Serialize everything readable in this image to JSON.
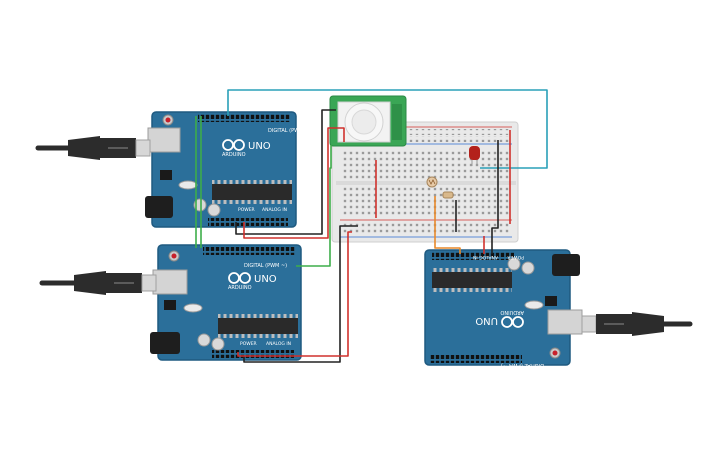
{
  "boards": {
    "uno_a": {
      "brand": "ARDUINO",
      "model": "UNO",
      "digital_label": "DIGITAL (PWM ~)",
      "power_label": "POWER",
      "analog_label": "ANALOG IN"
    },
    "uno_b": {
      "brand": "ARDUINO",
      "model": "UNO",
      "digital_label": "DIGITAL (PWM ~)",
      "power_label": "POWER",
      "analog_label": "ANALOG IN"
    },
    "uno_c": {
      "brand": "ARDUINO",
      "model": "UNO",
      "digital_label": "DIGITAL (PWM ~)",
      "power_label": "POWER",
      "analog_label": "ANALOG IN"
    }
  },
  "colors": {
    "board": "#2b6f9a",
    "board_edge": "#1f5a80",
    "chip": "#2a2a2a",
    "wire_red": "#d0312d",
    "wire_black": "#222222",
    "wire_green": "#3dad4a",
    "wire_teal": "#2aa0b8",
    "wire_orange": "#e8892a",
    "pir_pcb": "#3aa655",
    "breadboard": "#e9e9e9",
    "led": "#b3211b",
    "usb_cable": "#2c2c2c",
    "usb_plug": "#d7d7d7"
  },
  "icons": {
    "pir_sensor": "pir-motion-sensor-icon",
    "led": "red-led-icon",
    "resistor": "resistor-icon",
    "photoresistor": "photoresistor-icon",
    "usb": "usb-cable-icon"
  }
}
